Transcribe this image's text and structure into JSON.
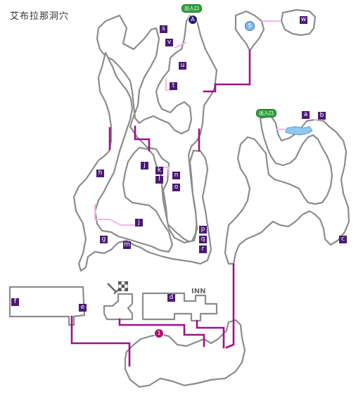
{
  "title": "艾布拉那洞穴",
  "exit_label": "出入口",
  "inn_label": "INN",
  "markers": {
    "a_circle": "A",
    "s_circle": "S",
    "one_circle": "1"
  },
  "rooms": {
    "s": "s",
    "v": "v",
    "u": "u",
    "t": "t",
    "w": "w",
    "a": "a",
    "b": "b",
    "c": "c",
    "h": "h",
    "i": "i",
    "j": "j",
    "k": "k",
    "l": "l",
    "n": "n",
    "o": "o",
    "g": "g",
    "m": "m",
    "p": "p",
    "q": "q",
    "r": "r",
    "f": "f",
    "e": "e",
    "d": "d"
  },
  "colors": {
    "route": "#a0118c",
    "route_light": "#f0b8e8",
    "wall": "#8c8c8c",
    "room_box": "#4a1a74",
    "exit_badge": "#2ea33c",
    "water": "#8fc8f0"
  },
  "icons": [
    "weapon-shop-icon",
    "checkered-flag-icon",
    "water-pool-icon"
  ]
}
